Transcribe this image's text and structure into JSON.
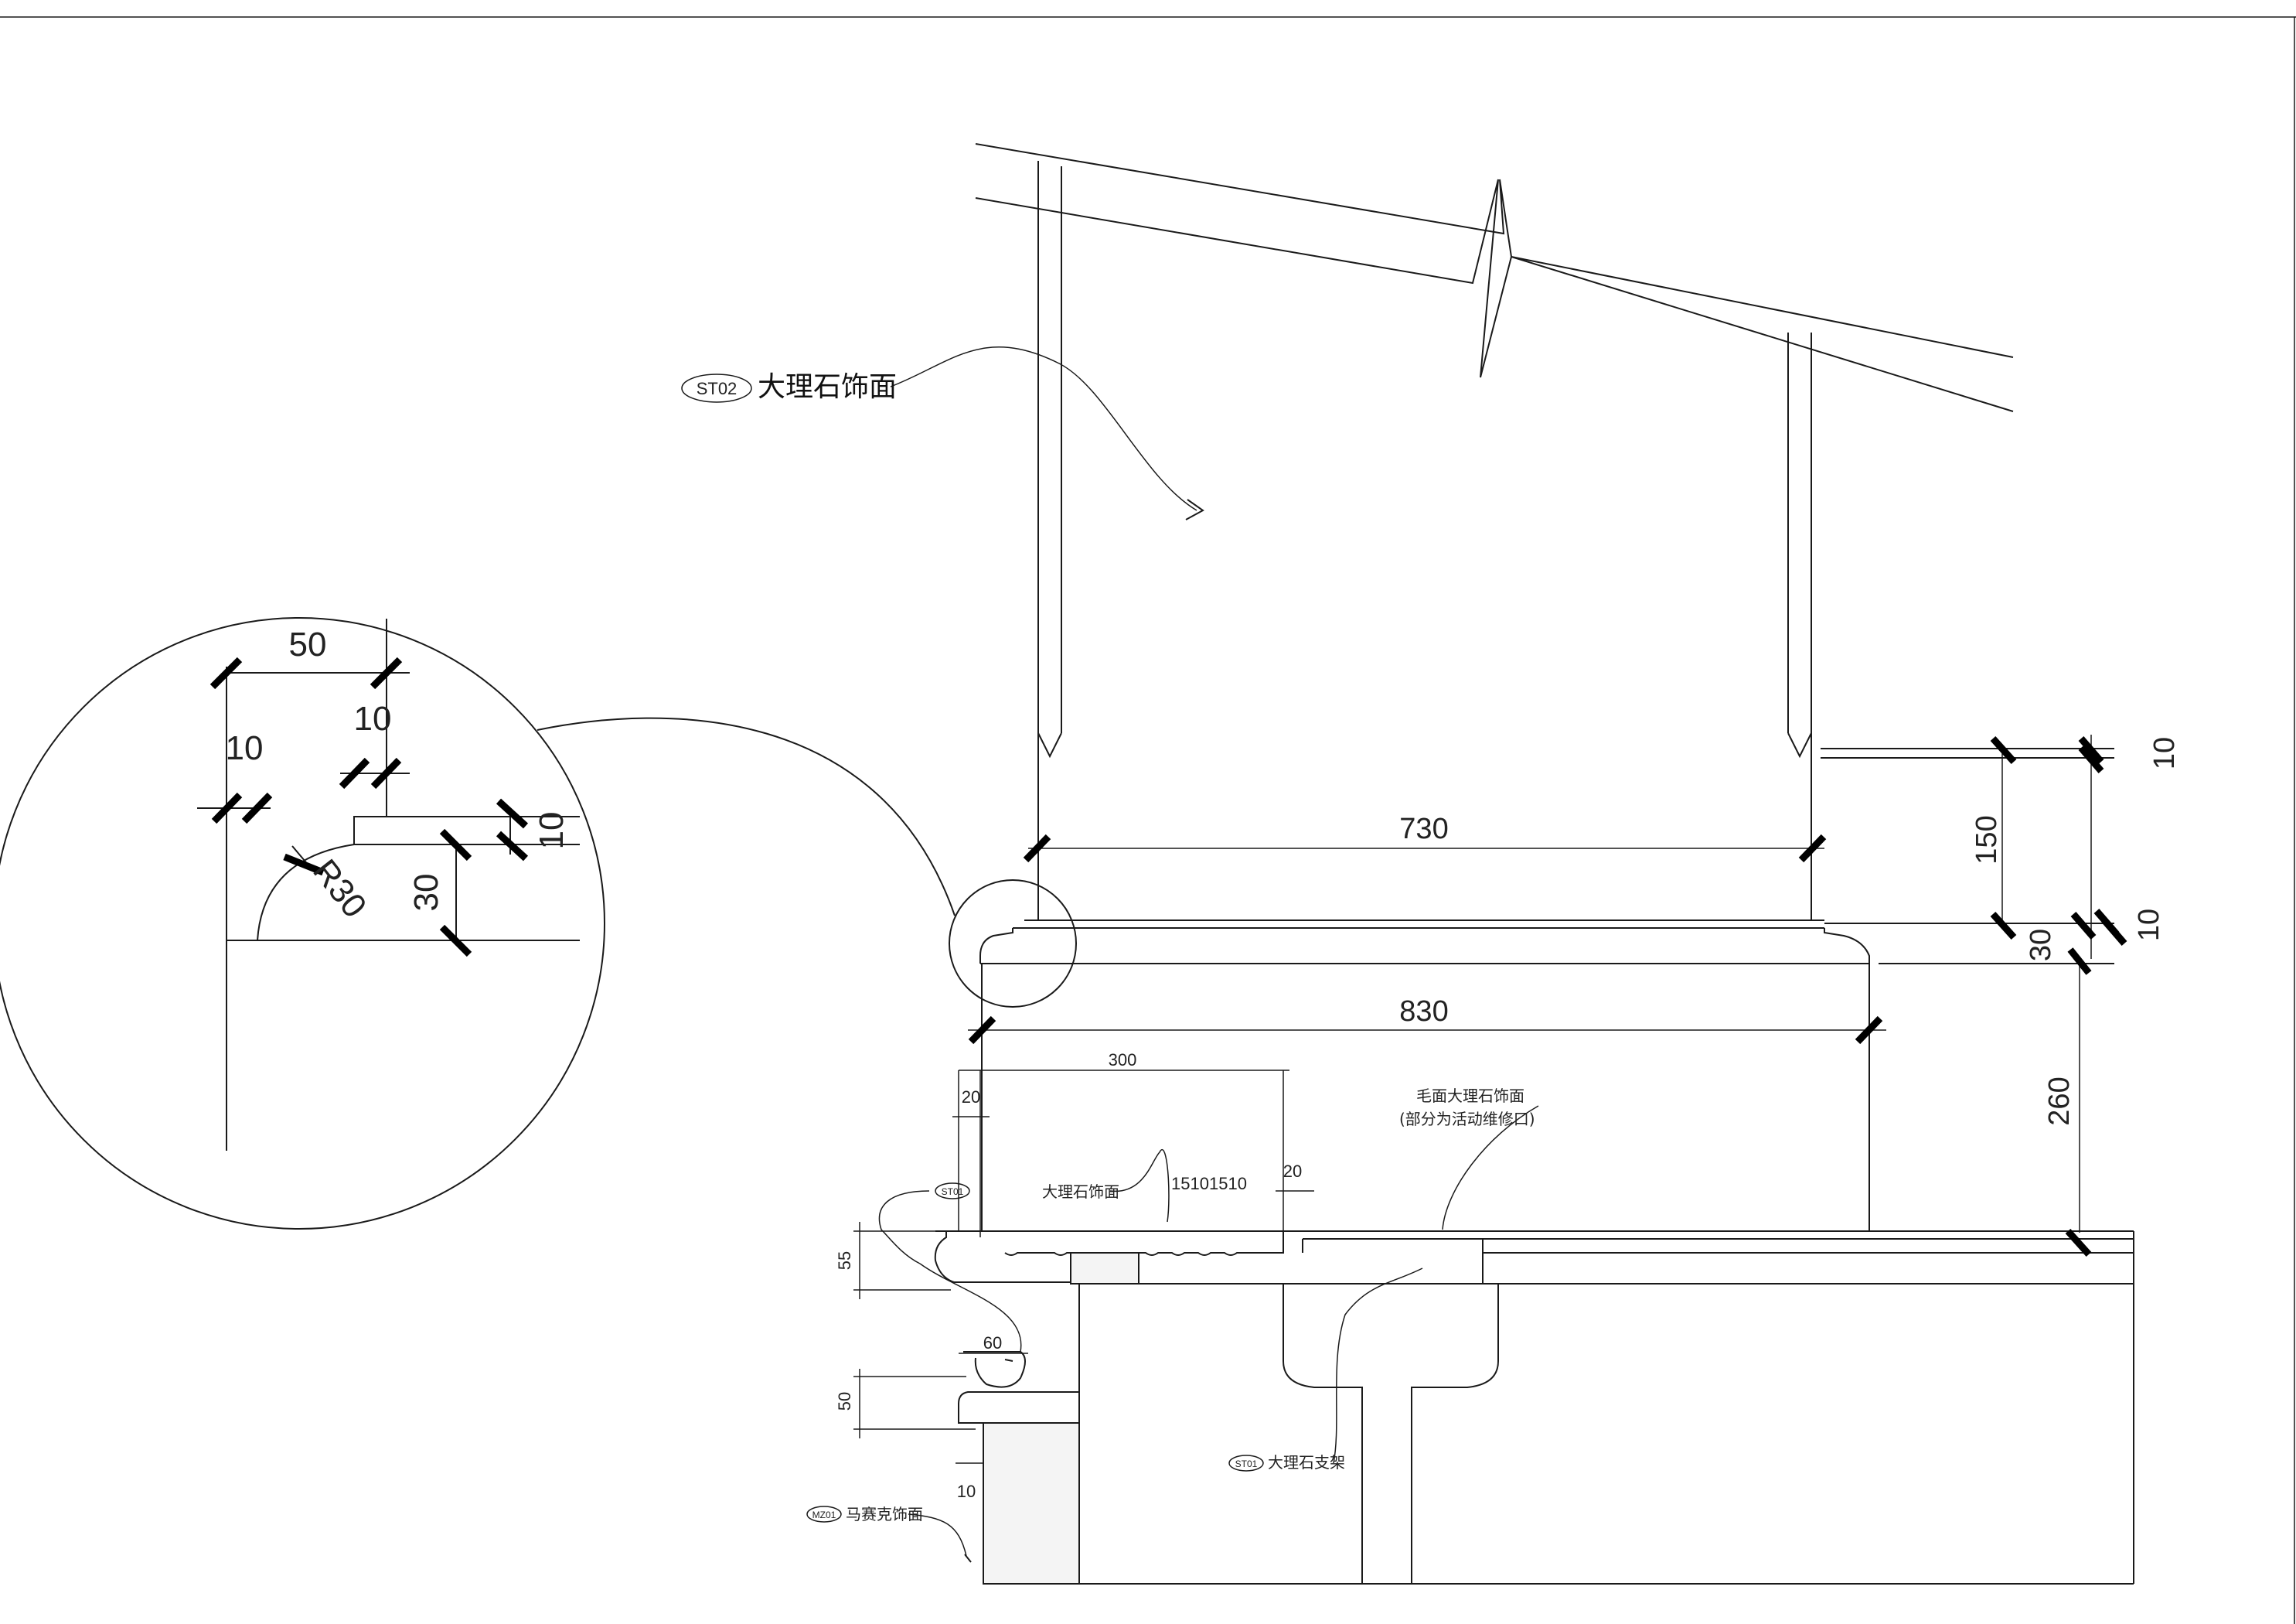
{
  "drawing": {
    "callouts": {
      "st02": {
        "tag": "ST02",
        "text": "大理石饰面"
      },
      "st01_top": {
        "tag": "ST01",
        "text": "大理石饰面"
      },
      "st01_bracket": {
        "tag": "ST01",
        "text": "大理石支架"
      },
      "mz01": {
        "tag": "MZ01",
        "text": "马赛克饰面"
      },
      "rough_marble": {
        "line1": "毛面大理石饰面",
        "line2": "(部分为活动维修口)"
      }
    },
    "dimensions": {
      "detail": {
        "d50": "50",
        "d10a": "10",
        "d10b": "10",
        "d10c": "10",
        "d30": "30",
        "r30": "R30"
      },
      "main": {
        "w730": "730",
        "w830": "830",
        "h150": "150",
        "h10a": "10",
        "h10b": "10",
        "h30": "30",
        "h260": "260",
        "w300": "300",
        "w20a": "20",
        "w20b": "20",
        "grooves": "15101510",
        "h55": "55",
        "h50": "50",
        "w60": "60",
        "w10": "10"
      }
    }
  }
}
